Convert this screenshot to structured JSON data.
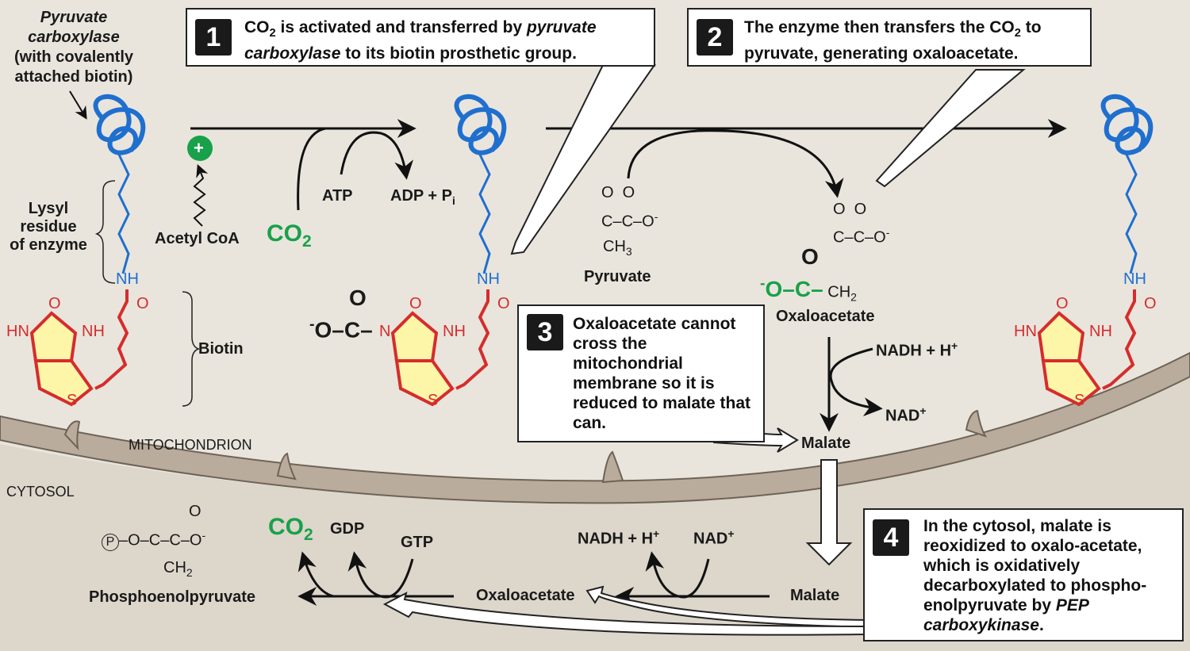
{
  "colors": {
    "background": "#e9e5dd",
    "membrane": "#b9ac9c",
    "biotin_ring": "#d62c2c",
    "biotin_fill": "#fdf5a8",
    "enzyme_chain": "#1f6fcf",
    "co2_green": "#18a14a"
  },
  "enzyme_label": {
    "line1": "Pyruvate",
    "line2": "carboxylase",
    "line3": "(with covalently",
    "line4": "attached biotin)"
  },
  "lysyl_label": {
    "line1": "Lysyl",
    "line2": "residue",
    "line3": "of enzyme"
  },
  "biotin_label": "Biotin",
  "acetyl_coa": "Acetyl CoA",
  "plus_sign": "+",
  "co2": "CO",
  "co2_sub": "2",
  "atp": "ATP",
  "adp": "ADP + P",
  "adp_sub": "i",
  "pyruvate_label": "Pyruvate",
  "oxaloacetate_label": "Oxaloacetate",
  "malate_label": "Malate",
  "mitochondrion_label": "MITOCHONDRION",
  "cytosol_label": "CYTOSOL",
  "nadh_h_top": "NADH + H",
  "nad_top": "NAD",
  "nadh_h_bottom": "NADH + H",
  "nad_bottom": "NAD",
  "plus_sup": "+",
  "gdp": "GDP",
  "gtp": "GTP",
  "pep_label": "Phosphoenolpyruvate",
  "cyt_oxaloacetate": "Oxaloacetate",
  "cyt_malate": "Malate",
  "atoms": {
    "nh": "NH",
    "hn": "HN",
    "o": "O",
    "s": "S",
    "n": "N",
    "ch3": "CH",
    "ch3_sub": "3",
    "ch2": "CH",
    "ch2_sub": "2",
    "carboxyl": "C-C-O",
    "o_minus": "-",
    "p": "P"
  },
  "steps": [
    {
      "num": "1",
      "text_a": "CO",
      "text_sub": "2",
      "text_b": " is activated and transferred by ",
      "text_i": "pyruvate carboxylase",
      "text_c": " to its biotin prosthetic group."
    },
    {
      "num": "2",
      "text_a": "The enzyme then transfers the CO",
      "text_sub": "2",
      "text_b": " to pyruvate, generating oxaloacetate."
    },
    {
      "num": "3",
      "text": "Oxaloacetate cannot  cross the mitochondrial membrane so it is reduced to malate that can."
    },
    {
      "num": "4",
      "text_a": "In the cytosol, malate is reoxidized to oxalo-acetate, which is oxidatively decarboxylated to phospho-enolpyruvate by ",
      "text_i": "PEP carboxykinase",
      "text_c": "."
    }
  ]
}
